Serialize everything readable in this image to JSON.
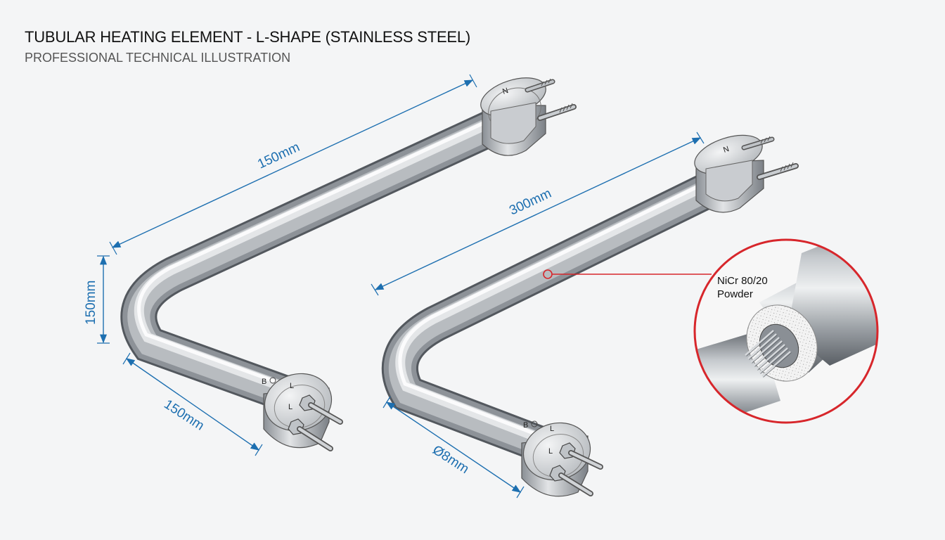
{
  "header": {
    "title": "TUBULAR HEATING ELEMENT - L-SHAPE (STAINLESS STEEL)",
    "subtitle": "PROFESSIONAL TECHNICAL ILLUSTRATION"
  },
  "element_left": {
    "dim_long": "150mm",
    "dim_vertical": "150mm",
    "dim_short": "150mm",
    "terminal_top": "N",
    "terminal_bottom_l": "L",
    "terminal_bottom_l2": "L",
    "terminal_bottom_b": "B"
  },
  "element_right": {
    "dim_long": "300mm",
    "dim_diameter": "Ø8mm",
    "terminal_top": "N",
    "terminal_bottom_l": "L",
    "terminal_bottom_l2": "L",
    "terminal_bottom_b": "B"
  },
  "callout": {
    "line1": "NiCr 80/20",
    "line2": "Powder"
  },
  "colors": {
    "dimension": "#1d6fb0",
    "callout": "#d7262b",
    "steel_light": "#f2f3f4",
    "steel_dark": "#6e7379"
  }
}
